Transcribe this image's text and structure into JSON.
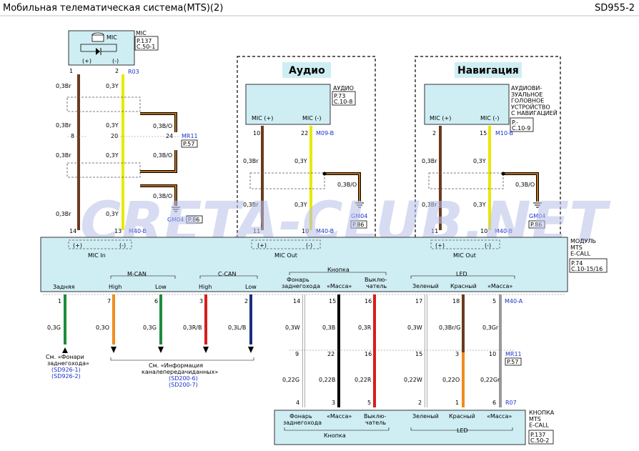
{
  "header": {
    "title": "Мобильная телематическая система(MTS)(2)",
    "code": "SD955-2"
  },
  "watermark": "CRETA-CLUB.NET",
  "mic": {
    "name": "MIC",
    "label": "MIC",
    "plus": "(+)",
    "minus": "(-)",
    "ref": "P.137\nC.50-1",
    "pin1": "1",
    "pin2": "2",
    "conn": "R03"
  },
  "audio": {
    "title": "Аудио",
    "name": "АУДИО",
    "ref": "P.73\nC.10-8",
    "mic_plus": "MIC (+)",
    "mic_minus": "MIC (-)",
    "pin_a": "10",
    "pin_b": "22",
    "conn": "M09-B"
  },
  "nav": {
    "title": "Навигация",
    "name": "АУДИОВИ-\nЗУАЛЬНОЕ\nГОЛОВНОЕ\nУСТРОЙСТВО\nС НАВИГАЦИЕЙ",
    "ref": "P.-\nC.10-9",
    "mic_plus": "MIC (+)",
    "mic_minus": "MIC (-)",
    "pin_a": "2",
    "pin_b": "15",
    "conn": "M10-B"
  },
  "splice_connector": {
    "name": "MR11",
    "ref": "P.57",
    "pin_a": "8",
    "pin_b": "20",
    "pin_c": "24"
  },
  "grounds": [
    {
      "name": "GM04",
      "ref": "P.86"
    }
  ],
  "module": {
    "name": "МОДУЛЬ\nMTS\nE-CALL",
    "ref": "P.74\nC.10-15/16",
    "conn_top": "M40-B",
    "conn_bottom": "M40-A",
    "mic_in": "MIC In",
    "mic_out": "MIC Out",
    "plus": "(+)",
    "minus": "(-)",
    "rear": "Задняя",
    "mcan": "M-CAN",
    "ccan": "C-CAN",
    "high": "High",
    "low": "Low",
    "button": "Кнопка",
    "led": "LED",
    "lamp": "Фонарь\nзаднегохода",
    "mass": "«Масса»",
    "switch": "Выклю-\nчатель",
    "green": "Зеленый",
    "red": "Красный"
  },
  "button_unit": {
    "name": "КНОПКА\nMTS\nE-CALL",
    "ref": "P.137\nC.50-2",
    "conn": "R07",
    "lamp": "Фонарь\nзаднегохода",
    "mass": "«Масса»",
    "switch": "Выклю-\nчатель",
    "green": "Зеленый",
    "red": "Красный",
    "button": "Кнопка",
    "led": "LED"
  },
  "notes": {
    "rear_lamp": "См. «Фонари\nзаднегохода»",
    "rear_lamp_refs": [
      "(SD926-1)",
      "(SD926-2)"
    ],
    "can_info": "См. «Информация\nканалепередачиданных»",
    "can_info_refs": [
      "(SD200-6)",
      "(SD200-7)"
    ]
  },
  "mic_wires": {
    "left": [
      "0,3Br",
      "0,3Br",
      "0,3Br",
      "0,3Br"
    ],
    "right": [
      "0,3Y",
      "0,3Y",
      "0,3Y",
      "0,3Y"
    ],
    "shield": [
      "0,3B/O",
      "0,3B/O",
      "0,3B/O"
    ],
    "pins_bottom": [
      "14",
      "13"
    ]
  },
  "audio_wires": {
    "left": [
      "0,3Br",
      "0,3Br"
    ],
    "right": [
      "0,3Y",
      "0,3Y"
    ],
    "shield": "0,3B/O",
    "pins_bottom": [
      "11",
      "10"
    ]
  },
  "nav_wires": {
    "left": [
      "0,3Br",
      "0,3Br"
    ],
    "right": [
      "0,3Y",
      "0,3Y"
    ],
    "shield": "0,3B/O",
    "pins_bottom": [
      "11",
      "10"
    ]
  },
  "bottom_pins": [
    "1",
    "7",
    "6",
    "3",
    "2",
    "14",
    "15",
    "16",
    "17",
    "18",
    "5"
  ],
  "bottom_wires": [
    "0,3G",
    "0,3O",
    "0,3G",
    "0,3R/B",
    "0,3L/B",
    "0,3W",
    "0,3B",
    "0,3R",
    "0,3W",
    "0,3Br/G",
    "0,3Gr"
  ],
  "mid_pins": [
    "9",
    "22",
    "16",
    "15",
    "3",
    "10"
  ],
  "lower_wires": [
    "0,22G",
    "0,22B",
    "0,22R",
    "0,22W",
    "0,22O",
    "0,22Gr"
  ],
  "end_pins": [
    "4",
    "3",
    "5",
    "2",
    "1",
    "6"
  ],
  "mr11_bottom": {
    "name": "MR11",
    "ref": "P.57"
  }
}
